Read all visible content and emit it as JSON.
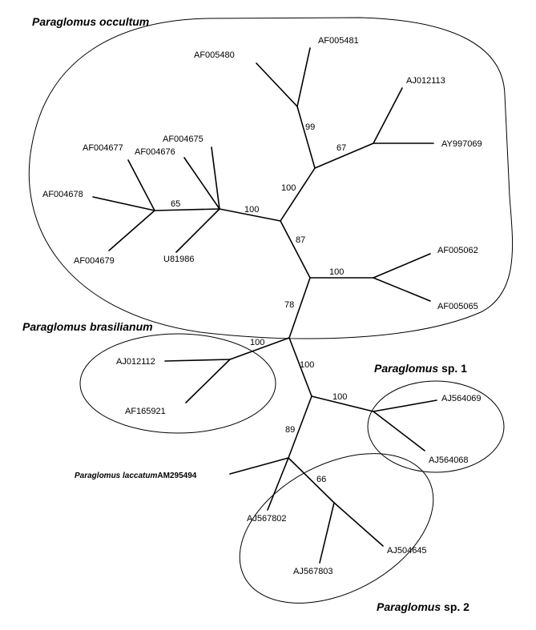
{
  "groups": {
    "occultum": {
      "genus": "Paraglomus",
      "epithet": "occultum"
    },
    "brasilianum": {
      "genus": "Paraglomus",
      "epithet": "brasilianum"
    },
    "sp1": {
      "genus": "Paraglomus",
      "epithet": "sp. 1"
    },
    "sp2": {
      "genus": "Paraglomus",
      "epithet": "sp. 2"
    }
  },
  "leaves": {
    "AF005480": "AF005480",
    "AF005481": "AF005481",
    "AJ012113": "AJ012113",
    "AY997069": "AY997069",
    "AF004675": "AF004675",
    "AF004676": "AF004676",
    "AF004677": "AF004677",
    "AF004678": "AF004678",
    "AF004679": "AF004679",
    "U81986": "U81986",
    "AF005062": "AF005062",
    "AF005065": "AF005065",
    "AJ012112": "AJ012112",
    "AF165921": "AF165921",
    "AJ564069": "AJ564069",
    "AJ564068": "AJ564068",
    "AJ567802": "AJ567802",
    "AJ504645": "AJ504645",
    "AJ567803": "AJ567803"
  },
  "laccatum": {
    "genus": "Paraglomus",
    "epithet": "laccatum",
    "accession": "AM295494"
  },
  "bootstrap": {
    "b99": "99",
    "b67": "67",
    "b100a": "100",
    "b65": "65",
    "b100b": "100",
    "b87": "87",
    "b100c": "100",
    "b78": "78",
    "b100d": "100",
    "b100e": "100",
    "b100f": "100",
    "b89": "89",
    "b66": "66"
  }
}
